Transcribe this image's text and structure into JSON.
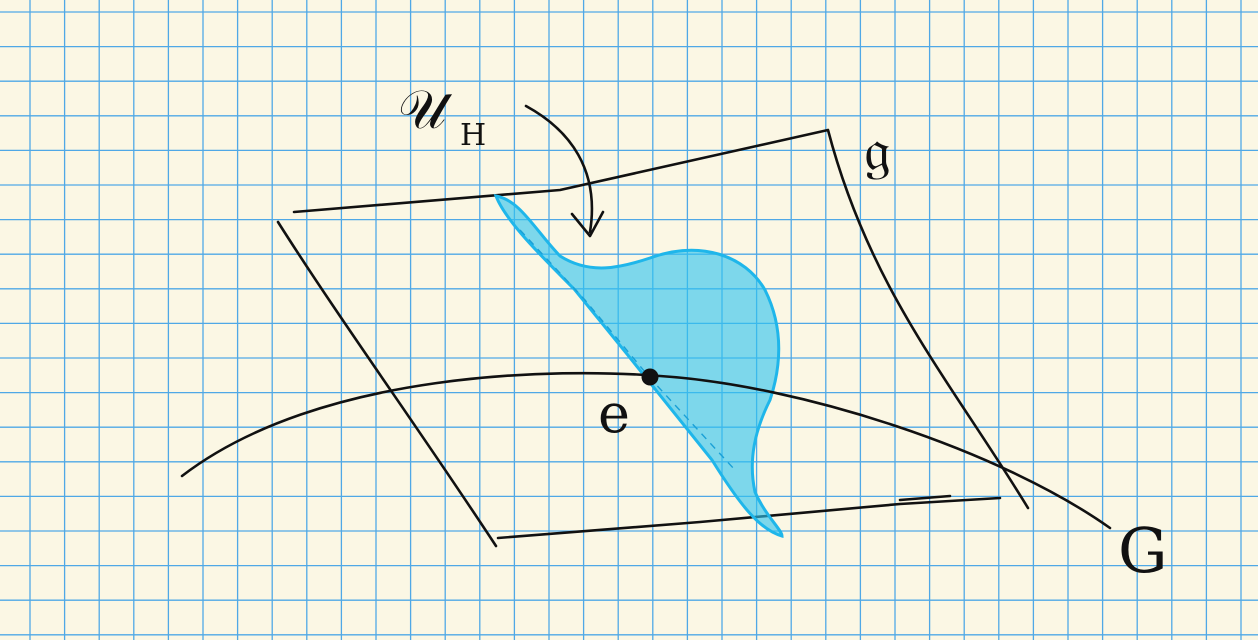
{
  "diagram": {
    "labels": {
      "lie_group": "G",
      "lie_algebra": "𝔤",
      "identity": "e",
      "neighborhood": "𝒰",
      "neighborhood_subscript": "H"
    },
    "colors": {
      "paper": "#fbf7e4",
      "grid": "#4fa8e6",
      "ink": "#111111",
      "highlight": "#2ec3ef"
    }
  }
}
